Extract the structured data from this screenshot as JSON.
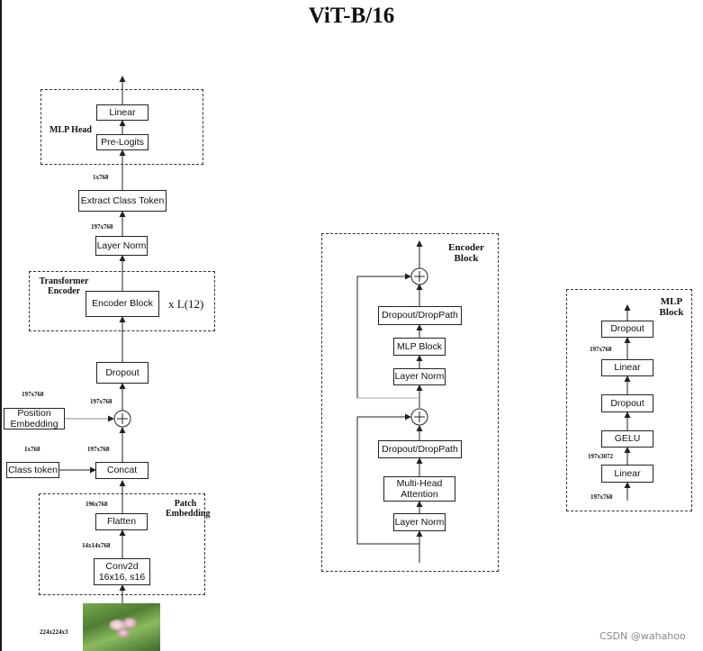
{
  "title": "ViT-B/16",
  "left": {
    "mlp_head_label": "MLP Head",
    "linear": "Linear",
    "pre_logits": "Pre-Logits",
    "dim_1x768": "1x768",
    "extract_class_token": "Extract Class Token",
    "dim_197x768_a": "197x768",
    "layer_norm": "Layer Norm",
    "transformer_encoder_label": "Transformer Encoder",
    "encoder_block": "Encoder Block",
    "repeat": "x L(12)",
    "dropout": "Dropout",
    "dim_197x768_b": "197x768",
    "dim_197x768_c": "197x768",
    "position_embedding": "Position Embedding",
    "dim_1x768_b": "1x768",
    "dim_197x768_d": "197x768",
    "class_token": "Class token",
    "concat": "Concat",
    "patch_embedding_label": "Patch Embedding",
    "dim_196x768": "196x768",
    "flatten": "Flatten",
    "dim_14x14x768": "14x14x768",
    "conv2d": "Conv2d 16x16, s16",
    "dim_224": "224x224x3"
  },
  "encoder_block": {
    "label": "Encoder Block",
    "dropout_top": "Dropout/DropPath",
    "mlp_block": "MLP Block",
    "layer_norm_top": "Layer Norm",
    "dropout_bottom": "Dropout/DropPath",
    "mha": "Multi-Head Attention",
    "layer_norm_bottom": "Layer Norm"
  },
  "mlp_block": {
    "label": "MLP Block",
    "dropout_top": "Dropout",
    "dim_197x768_top": "197x768",
    "linear_top": "Linear",
    "dropout_mid": "Dropout",
    "gelu": "GELU",
    "dim_197x3072": "197x3072",
    "linear_bottom": "Linear",
    "dim_197x768_bottom": "197x768"
  },
  "watermark": "CSDN @wahahoo"
}
